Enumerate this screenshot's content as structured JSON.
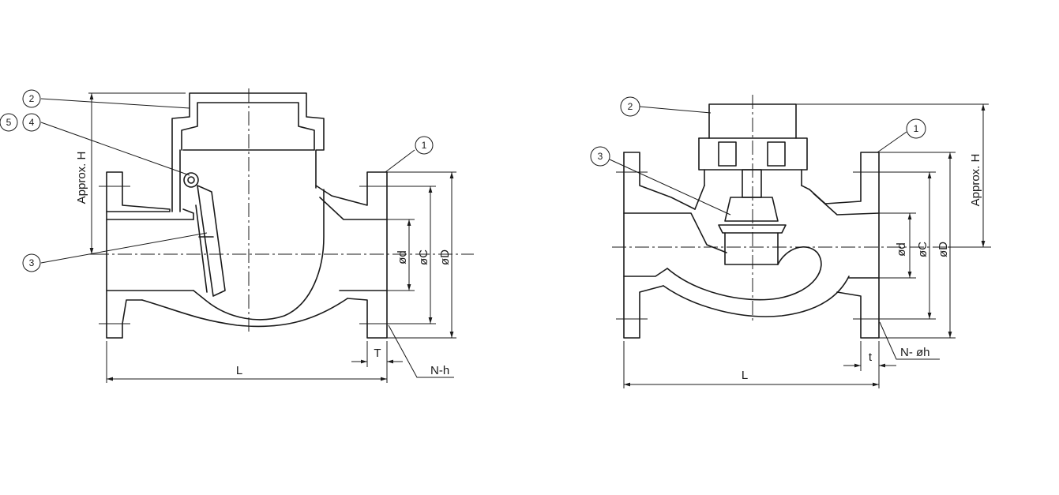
{
  "left_drawing": {
    "callouts": [
      "1",
      "2",
      "3",
      "4",
      "5"
    ],
    "dimensions": {
      "height": "Approx. H",
      "length": "L",
      "thickness": "T",
      "bolt_holes": "N-h",
      "inner_dia": "ød",
      "pitch_dia": "øC",
      "outer_dia": "øD"
    }
  },
  "right_drawing": {
    "callouts": [
      "1",
      "2",
      "3"
    ],
    "dimensions": {
      "height": "Approx. H",
      "length": "L",
      "thickness": "t",
      "bolt_holes": "N- øh",
      "inner_dia": "ød",
      "pitch_dia": "øC",
      "outer_dia": "øD"
    }
  }
}
